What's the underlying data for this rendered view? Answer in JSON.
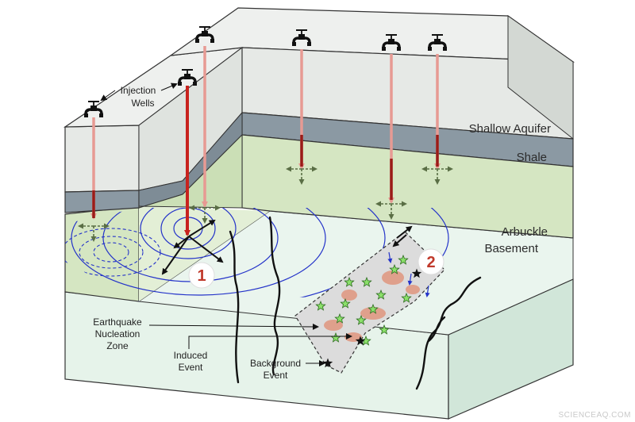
{
  "layers": {
    "shallow_aquifer": "Shallow Aquifer",
    "shale": "Shale",
    "arbuckle": "Arbuckle",
    "basement": "Basement"
  },
  "labels": {
    "injection_wells_line1": "Injection",
    "injection_wells_line2": "Wells",
    "nucleation_line1": "Earthquake",
    "nucleation_line2": "Nucleation",
    "nucleation_line3": "Zone",
    "induced_line1": "Induced",
    "induced_line2": "Event",
    "background_line1": "Background",
    "background_line2": "Event",
    "marker_1": "1",
    "marker_2": "2"
  },
  "watermark": "SCIENCEAQ.COM",
  "colors": {
    "aquifer": "#e6e9e6",
    "aquifer_dark": "#c9cec9",
    "shale": "#8b99a3",
    "shale_dark": "#6f7d86",
    "arbuckle": "#d5e6c2",
    "arbuckle_dark": "#bdd3a6",
    "basement": "#e6f3ea",
    "basement_dark": "#d1e6d9",
    "well_red": "#c8231e",
    "well_fade": "#e79a93",
    "pressure_blue": "#2433c9",
    "fault": "#111111",
    "star_green": "#8be06a",
    "patch": "#dfa08c"
  },
  "icons": [
    "valve-icon",
    "star-icon"
  ]
}
